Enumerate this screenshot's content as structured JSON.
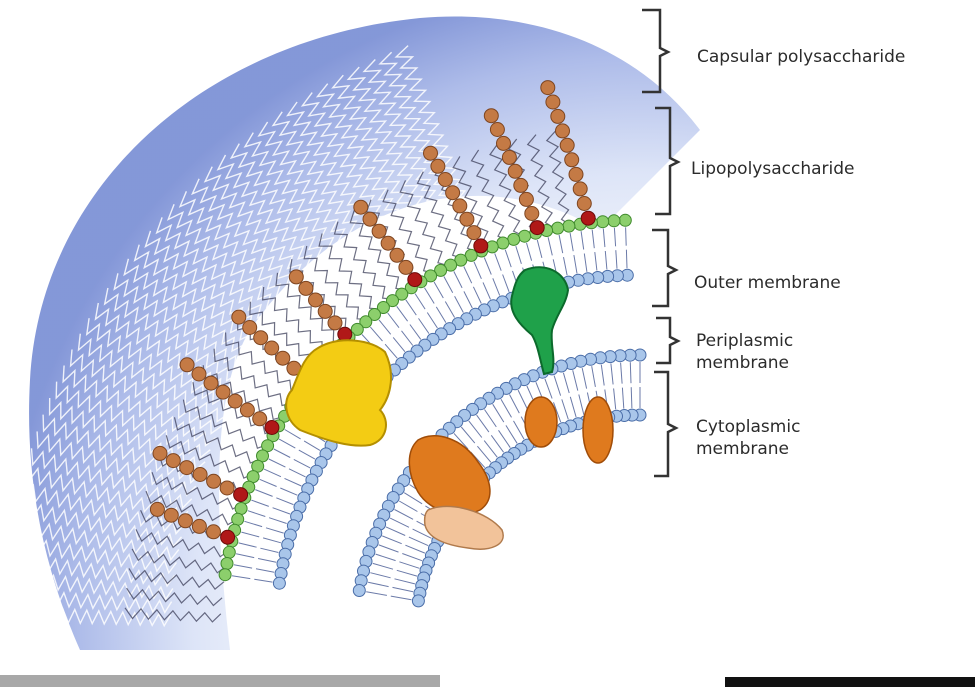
{
  "diagram": {
    "layers": [
      {
        "id": "capsular",
        "lines": [
          "Capsular polysaccharide"
        ]
      },
      {
        "id": "lps",
        "lines": [
          "Lipopolysaccharide"
        ]
      },
      {
        "id": "outer",
        "lines": [
          "Outer membrane"
        ]
      },
      {
        "id": "periplasmic",
        "lines": [
          "Periplasmic",
          "membrane"
        ]
      },
      {
        "id": "cytoplasmic",
        "lines": [
          "Cytoplasmic",
          "membrane"
        ]
      }
    ],
    "colors": {
      "capsule": "#8fa3df",
      "capsule_edge": "#5d72c2",
      "bead_chain": "#c47a45",
      "lps_anchor": "#b01818",
      "outer_head": "#8ccf6c",
      "phospholipid_head": "#a9c6ea",
      "yellow_protein": "#f3cc14",
      "green_protein": "#1fa14a",
      "orange_protein": "#df7a1e",
      "peach_protein": "#f2c39a",
      "bracket": "#333333"
    }
  }
}
